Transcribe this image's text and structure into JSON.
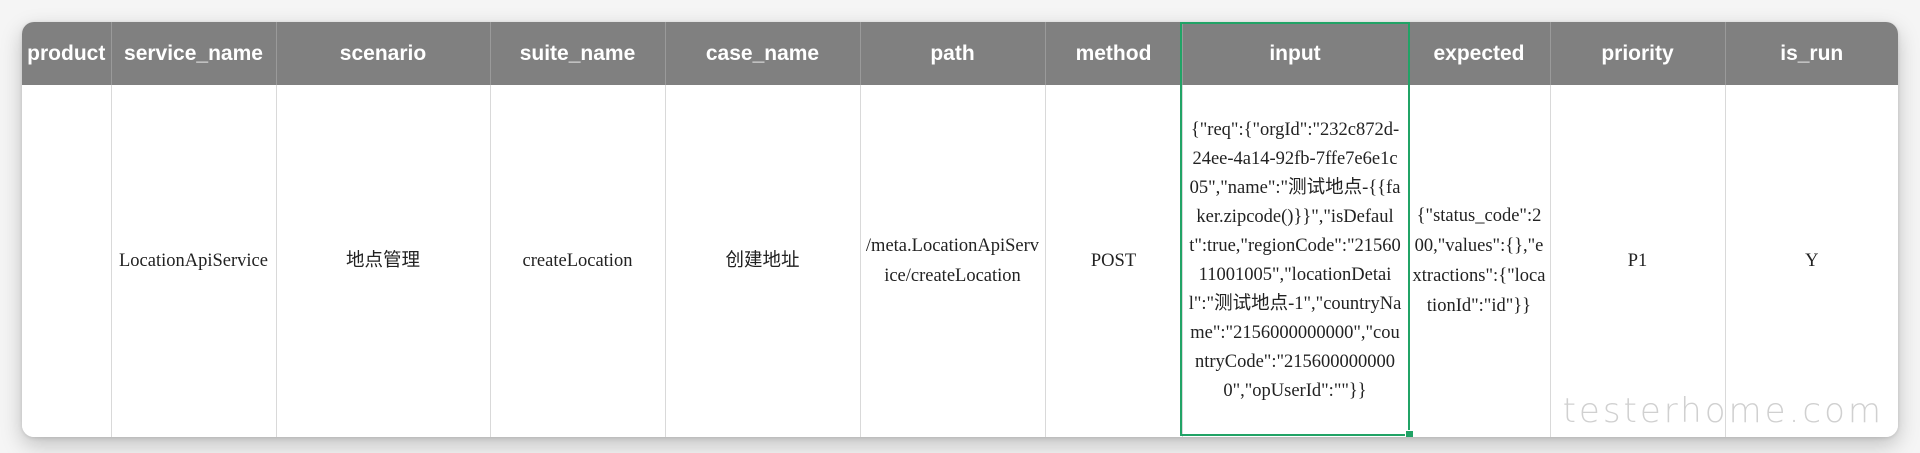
{
  "columns": [
    "product",
    "service_name",
    "scenario",
    "suite_name",
    "case_name",
    "path",
    "method",
    "input",
    "expected",
    "priority",
    "is_run"
  ],
  "rows": [
    {
      "product": "",
      "service_name": "LocationApiService",
      "scenario": "地点管理",
      "suite_name": "createLocation",
      "case_name": "创建地址",
      "path": "/meta.LocationApiService/createLocation",
      "method": "POST",
      "input": "{\"req\":{\"orgId\":\"232c872d-24ee-4a14-92fb-7ffe7e6e1c05\",\"name\":\"测试地点-{{faker.zipcode()}}\",\"isDefault\":true,\"regionCode\":\"2156011001005\",\"locationDetail\":\"测试地点-1\",\"countryName\":\"2156000000000\",\"countryCode\":\"2156000000000\",\"opUserId\":\"\"}}",
      "expected": "{\"status_code\":200,\"values\":{},\"extractions\":{\"locationId\":\"id\"}}",
      "priority": "P1",
      "is_run": "Y"
    }
  ],
  "watermark": "testerhome.com",
  "colors": {
    "header_bg": "#808080",
    "header_text": "#ffffff",
    "selection": "#21a366",
    "grid": "#d9d9d9"
  }
}
